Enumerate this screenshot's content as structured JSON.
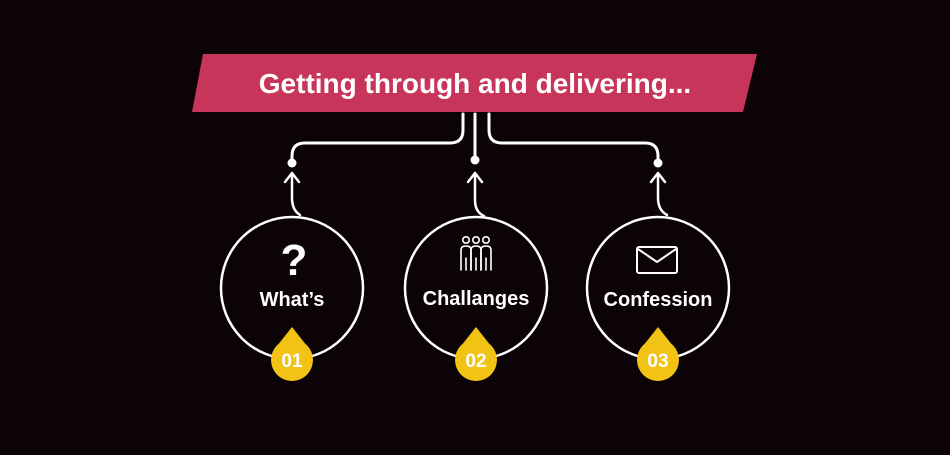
{
  "title": "Getting through and delivering...",
  "colors": {
    "background": "#0b0305",
    "banner": "#c8355a",
    "line": "#ffffff",
    "badge": "#f2c314",
    "text": "#ffffff"
  },
  "steps": [
    {
      "label": "What’s",
      "number": "01",
      "icon": "question-mark-icon"
    },
    {
      "label": "Challanges",
      "number": "02",
      "icon": "people-group-icon"
    },
    {
      "label": "Confession",
      "number": "03",
      "icon": "envelope-icon"
    }
  ]
}
